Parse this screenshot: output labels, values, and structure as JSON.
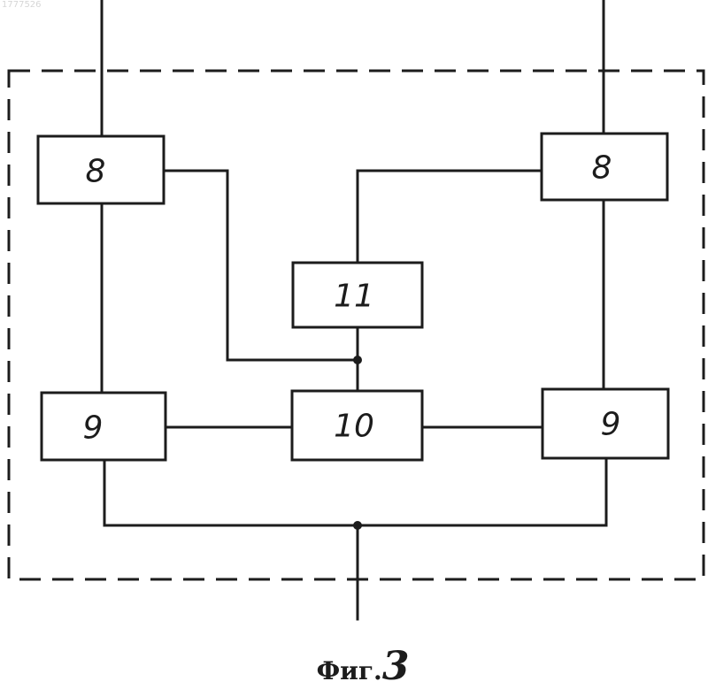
{
  "document_number": "1777526",
  "caption": {
    "prefix": "Фиг.",
    "number": "3"
  },
  "blocks": {
    "top_left": "8",
    "top_right": "8",
    "middle": "11",
    "center": "10",
    "bottom_left": "9",
    "bottom_right": "9"
  }
}
